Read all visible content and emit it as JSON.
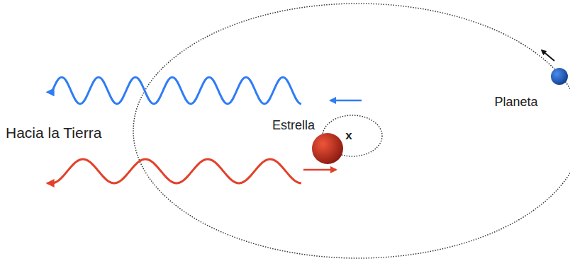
{
  "diagram": {
    "labels": [
      "Hacia la Tierra",
      "Estrella",
      "x",
      "Planeta"
    ]
  }
}
